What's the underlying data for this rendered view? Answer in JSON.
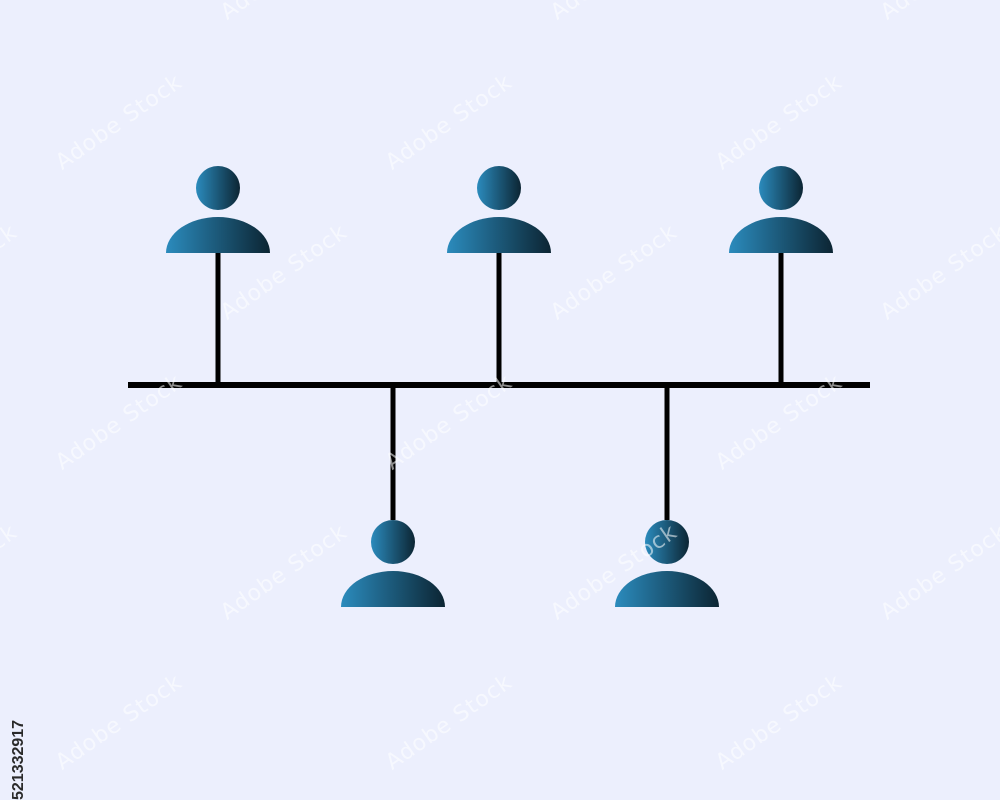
{
  "diagram": {
    "style": {
      "background": "#eceffd",
      "line_color": "#000000",
      "icon_gradient_start": "#2b8bbd",
      "icon_gradient_end": "#0c2533"
    },
    "people": [
      {
        "id": "person-1",
        "side": "top"
      },
      {
        "id": "person-2",
        "side": "top"
      },
      {
        "id": "person-3",
        "side": "top"
      },
      {
        "id": "person-4",
        "side": "bottom"
      },
      {
        "id": "person-5",
        "side": "bottom"
      }
    ],
    "icon": "person-icon"
  },
  "watermark": {
    "text": "Adobe Stock",
    "stock_id": "521332917"
  }
}
